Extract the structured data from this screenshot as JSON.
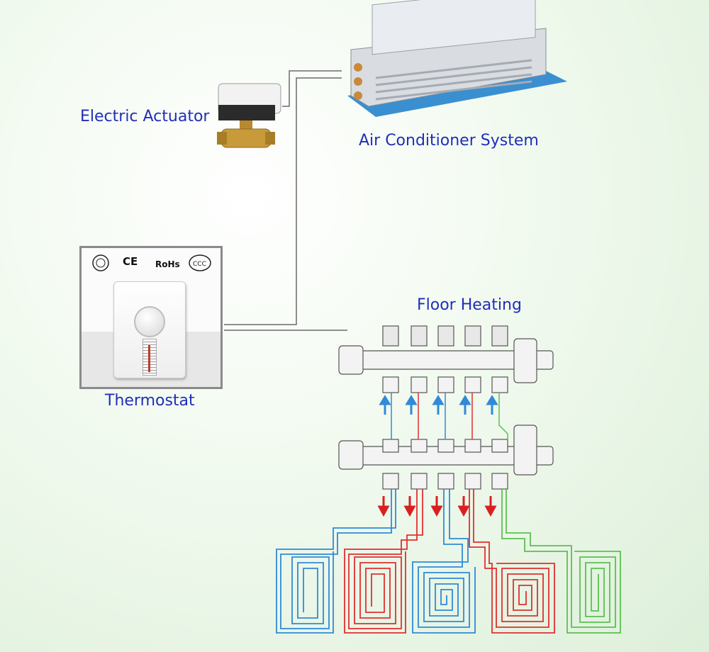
{
  "labels": {
    "electric_actuator": "Electric Actuator",
    "air_conditioner": "Air Conditioner System",
    "floor_heating": "Floor Heating",
    "thermostat": "Thermostat"
  },
  "certifications": [
    "CE",
    "RoHs"
  ],
  "colors": {
    "label_text": "#1f2fb8",
    "wire": "#6b6b6b",
    "loop_blue": "#2f8ad8",
    "loop_red": "#e03030",
    "loop_green": "#5cc050",
    "flow_blue_arrow": "#2f8ad8",
    "flow_red_arrow": "#d82020"
  },
  "loops": [
    {
      "color": "blue",
      "pattern": "serpentine"
    },
    {
      "color": "red",
      "pattern": "serpentine"
    },
    {
      "color": "blue",
      "pattern": "spiral"
    },
    {
      "color": "red",
      "pattern": "spiral"
    },
    {
      "color": "green",
      "pattern": "serpentine"
    }
  ],
  "icons": [
    "actuator-valve-icon",
    "fan-coil-unit-icon",
    "thermostat-icon",
    "manifold-icon",
    "flow-arrow-icon"
  ]
}
